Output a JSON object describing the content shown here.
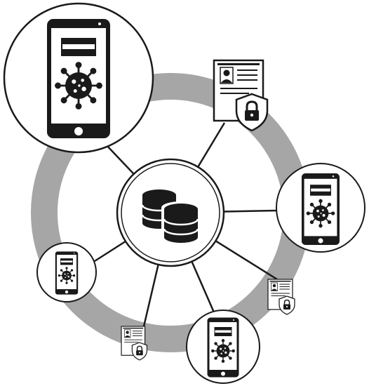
{
  "diagram": {
    "center": {
      "icon": "database-icon"
    },
    "nodes": [
      {
        "id": "phone-large",
        "icon": "smartphone-virus-icon"
      },
      {
        "id": "phone-right",
        "icon": "smartphone-virus-icon"
      },
      {
        "id": "phone-bottom",
        "icon": "smartphone-virus-icon"
      },
      {
        "id": "phone-left",
        "icon": "smartphone-virus-icon"
      }
    ],
    "documents": [
      {
        "id": "doc-top-right",
        "icon": "secure-id-document-icon"
      },
      {
        "id": "doc-right",
        "icon": "secure-id-document-icon"
      },
      {
        "id": "doc-bottom",
        "icon": "secure-id-document-icon"
      }
    ],
    "colors": {
      "ring": "#a6a6a6",
      "stroke": "#1a1a1a",
      "background": "#ffffff"
    }
  }
}
